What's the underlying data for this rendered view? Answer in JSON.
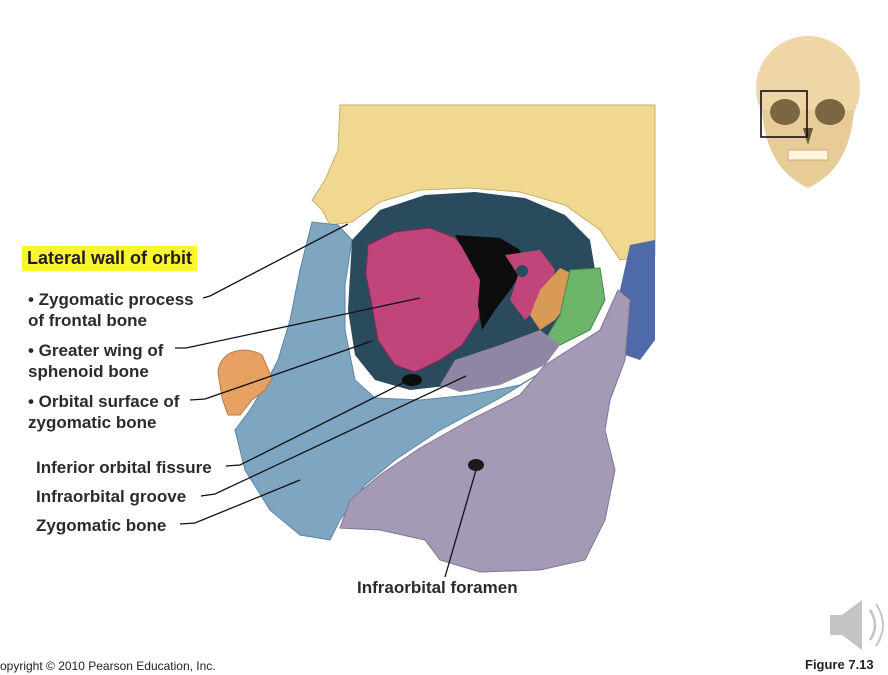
{
  "heading": "Lateral wall of orbit",
  "labels": {
    "zygomatic_process_line1": "• Zygomatic process",
    "zygomatic_process_line2": "of frontal bone",
    "greater_wing_line1": "• Greater wing of",
    "greater_wing_line2": "sphenoid bone",
    "orbital_surface_line1": "• Orbital surface of",
    "orbital_surface_line2": "zygomatic bone",
    "inferior_orbital_fissure": "Inferior orbital fissure",
    "infraorbital_groove": "Infraorbital groove",
    "zygomatic_bone": "Zygomatic bone",
    "infraorbital_foramen": "Infraorbital foramen"
  },
  "footer": {
    "copyright": "opyright © 2010 Pearson Education, Inc.",
    "figure": "Figure 7.13"
  },
  "colors": {
    "frontal": "#f1d891",
    "zygomatic": "#7ea6c1",
    "maxilla": "#a49ab5",
    "sphenoid": "#c0457a",
    "orbit_dark": "#2a4a5e",
    "ethmoid": "#6db56a",
    "lacrimal": "#d99a57",
    "temporal": "#e6a163",
    "nasal": "#4f6aa8",
    "highlight": "#fdf431"
  },
  "icons": [
    "skull-thumbnail-icon",
    "speaker-icon"
  ]
}
